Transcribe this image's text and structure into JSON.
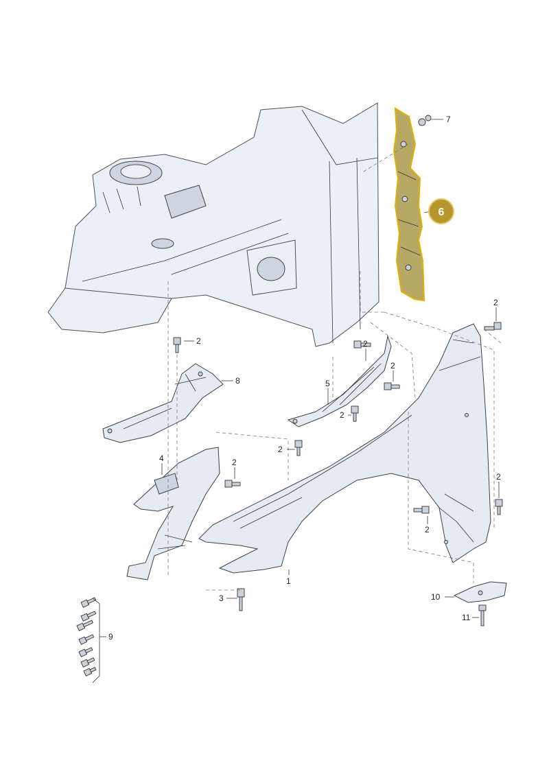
{
  "labels": {
    "p1": "1",
    "p2": "2",
    "p3": "3",
    "p4": "4",
    "p5": "5",
    "p6": "6",
    "p7": "7",
    "p8": "8",
    "p9": "9",
    "p10": "10",
    "p11": "11"
  },
  "colors": {
    "highlight_fill": "#b8a866",
    "highlight_stroke": "#e0b000",
    "badge": "#b8962e",
    "part_fill": "#e4ebf3",
    "line": "#3b4048"
  }
}
